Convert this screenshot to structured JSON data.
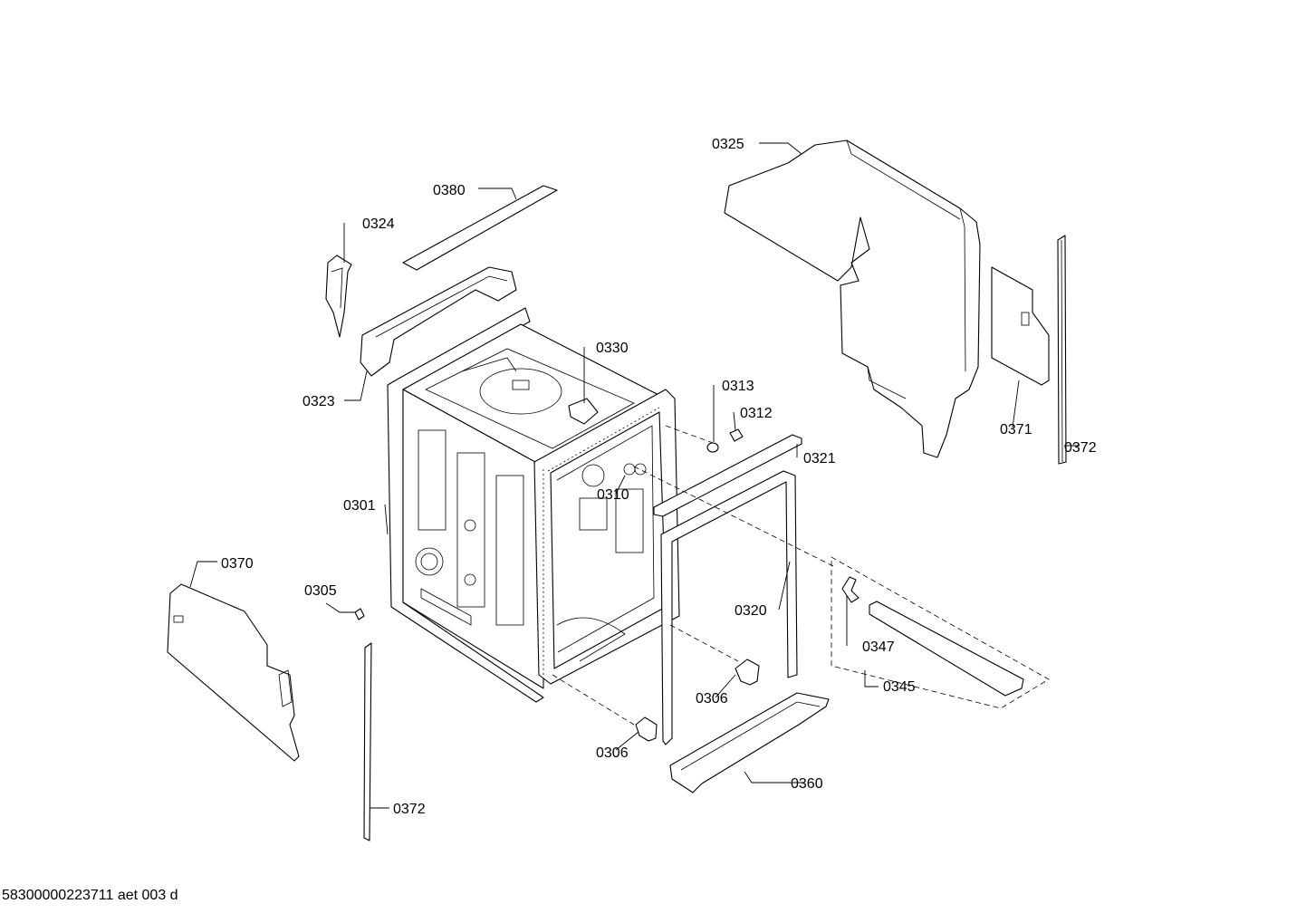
{
  "diagram": {
    "labels": {
      "p0301": "0301",
      "p0305": "0305",
      "p0306a": "0306",
      "p0306b": "0306",
      "p0310": "0310",
      "p0312": "0312",
      "p0313": "0313",
      "p0320": "0320",
      "p0321": "0321",
      "p0323": "0323",
      "p0324": "0324",
      "p0325": "0325",
      "p0330": "0330",
      "p0345": "0345",
      "p0347": "0347",
      "p0360": "0360",
      "p0370": "0370",
      "p0371": "0371",
      "p0372a": "0372",
      "p0372b": "0372",
      "p0380": "0380"
    },
    "footer_code": "58300000223711 aet 003 d"
  }
}
